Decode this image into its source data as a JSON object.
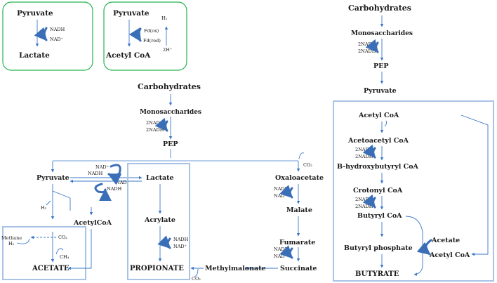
{
  "pyruvate": "Pyruvate",
  "lactate": "Lactate",
  "acetyl_coa": "Acetyl CoA",
  "acetylcoa_alt": "AcetylCoA",
  "carbohydrates": "Carbohydrates",
  "monosaccharides": "Monosaccharides",
  "pep": "PEP",
  "nadh": "NADH",
  "nad": "NAD⁺",
  "two_nad": "2NAD⁺",
  "two_nadh": "2NADH",
  "h2": "H₂",
  "fd_ox": "Fd(ox)",
  "fd_red": "Fd(red)",
  "two_h": "2H⁺",
  "co2": "CO₂",
  "ch4": "CH₄",
  "methane": "Methane",
  "acetate_cap": "ACETATE",
  "acrylate": "Acrylate",
  "propionate_cap": "PROPIONATE",
  "oxaloacetate": "Oxaloacetate",
  "malate": "Malate",
  "fumarate": "Fumarate",
  "succinate": "Succinate",
  "methylmalonate": "Methylmalonate",
  "acetoacetyl_coa": "Acetoacetyl CoA",
  "hydroxybutyryl_coa": "B-hydroxybutyryl CoA",
  "crotonyl_coa": "Crotonyl CoA",
  "butyryl_coa": "Butyryl CoA",
  "butyryl_phosphate": "Butyryl phosphate",
  "acetate": "Acetate",
  "butyrate_cap": "BUTYRATE"
}
